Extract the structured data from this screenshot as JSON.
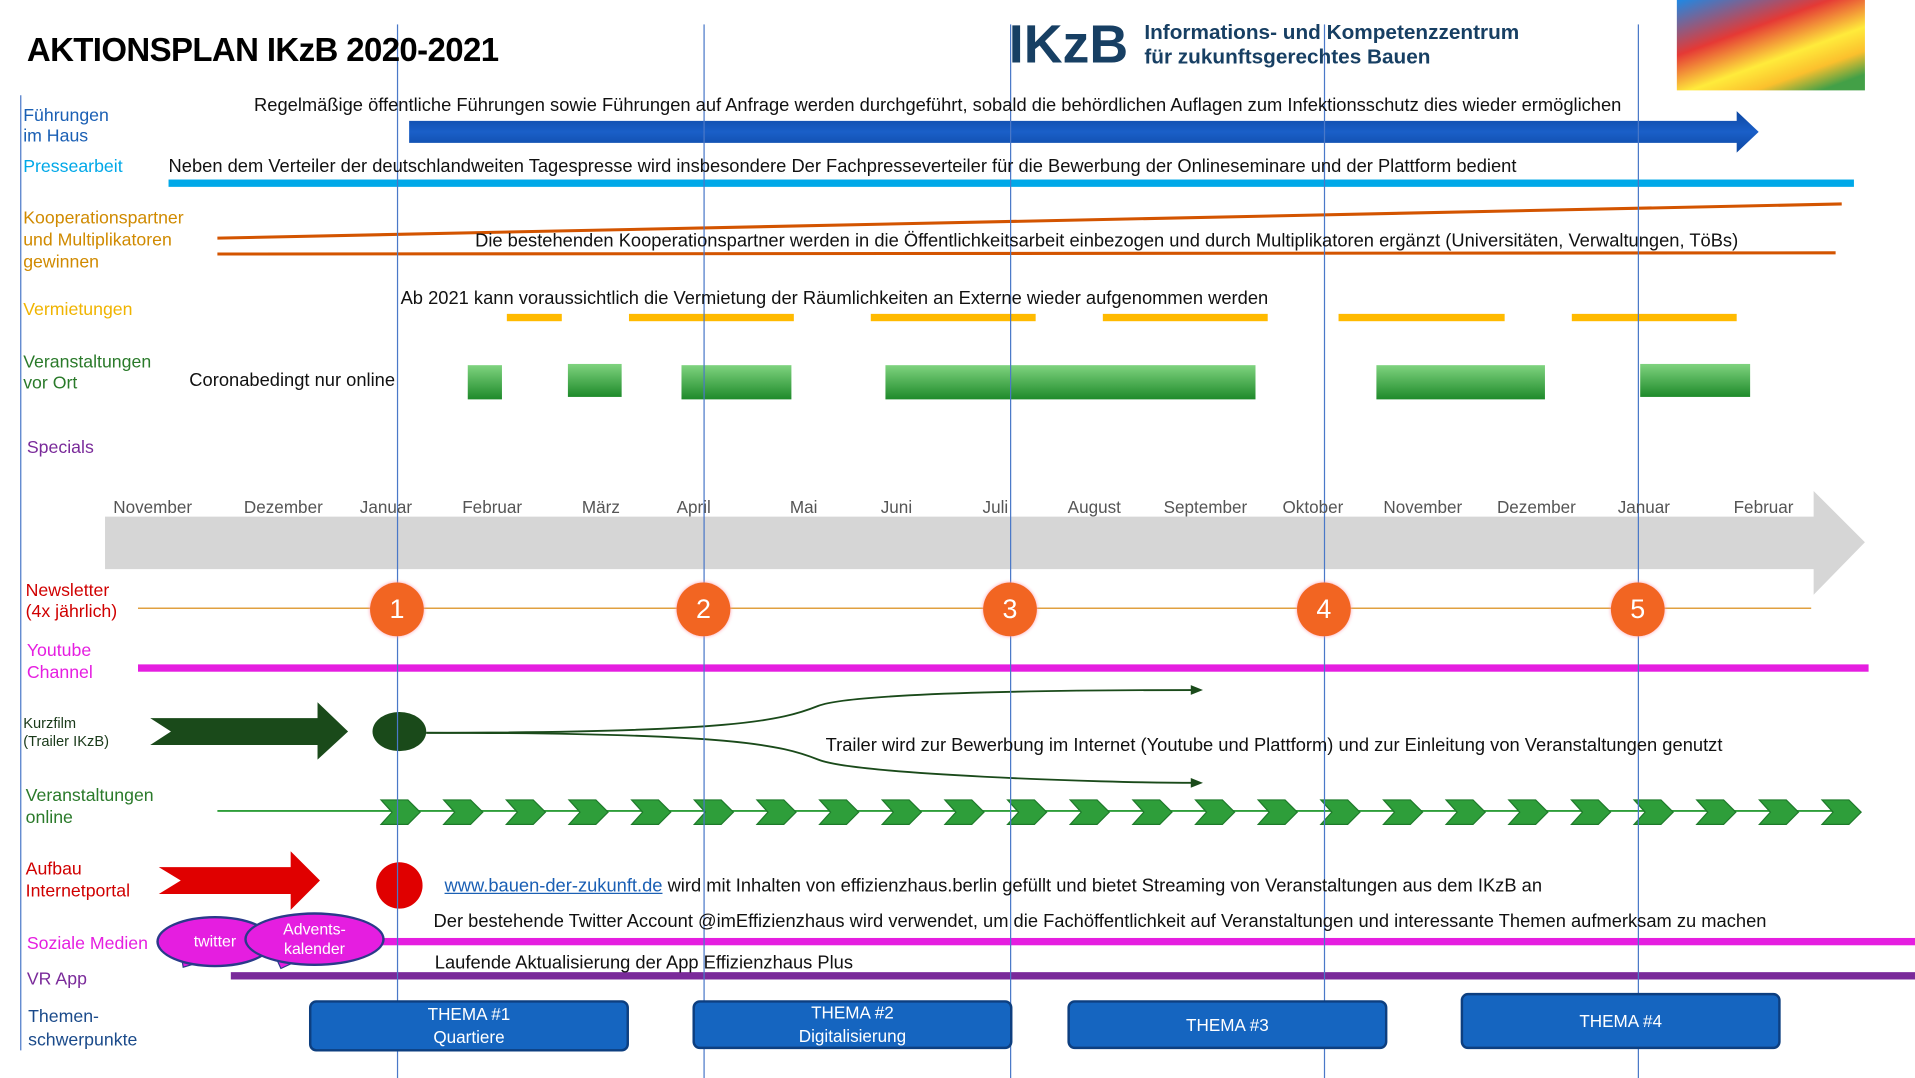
{
  "title": "AKTIONSPLAN IKzB 2020-2021",
  "logo": {
    "mark": "IKzB",
    "line1": "Informations- und Kompetenzzentrum",
    "line2": "für zukunftsgerechtes Bauen"
  },
  "rows": {
    "fuehrungen": {
      "label1": "Führungen",
      "label2": "im Haus",
      "text": "Regelmäßige öffentliche Führungen sowie Führungen auf Anfrage werden durchgeführt, sobald die behördlichen Auflagen  zum Infektionsschutz dies wieder ermöglichen"
    },
    "presse": {
      "label": "Pressearbeit",
      "text": "Neben dem Verteiler der deutschlandweiten Tagespresse wird insbesondere Der Fachpresseverteiler für die Bewerbung der Onlineseminare und der Plattform bedient"
    },
    "koop": {
      "label1": "Kooperationspartner",
      "label2": "und Multiplikatoren",
      "label3": "gewinnen",
      "text": "Die bestehenden Kooperationspartner werden in die Öffentlichkeitsarbeit einbezogen und durch Multiplikatoren ergänzt (Universitäten, Verwaltungen, TöBs)"
    },
    "vermietung": {
      "label": "Vermietungen",
      "text": "Ab 2021 kann voraussichtlich die Vermietung der Räumlichkeiten an Externe wieder aufgenommen werden"
    },
    "vor_ort": {
      "label1": "Veranstaltungen",
      "label2": "vor Ort",
      "text": "Coronabedingt nur online"
    },
    "specials": {
      "label": "Specials"
    },
    "newsletter": {
      "label1": "Newsletter",
      "label2": "(4x jährlich)",
      "markers": [
        "1",
        "2",
        "3",
        "4",
        "5"
      ]
    },
    "youtube": {
      "label1": "Youtube",
      "label2": "Channel"
    },
    "kurzfilm": {
      "label1": "Kurzfilm",
      "label2": "(Trailer IKzB)",
      "text": "Trailer wird zur Bewerbung im Internet (Youtube und Plattform) und zur Einleitung von Veranstaltungen genutzt"
    },
    "online": {
      "label1": "Veranstaltungen",
      "label2": "online",
      "count": 24
    },
    "portal": {
      "label1": "Aufbau",
      "label2": "Internetportal",
      "link": "www.bauen-der-zukunft.de",
      "text": " wird mit Inhalten von effizienzhaus.berlin gefüllt und bietet Streaming von Veranstaltungen aus dem IKzB an"
    },
    "social": {
      "label": "Soziale Medien",
      "text": "Der bestehende Twitter Account @imEffizienzhaus wird verwendet, um die Fachöffentlichkeit auf Veranstaltungen und interessante Themen aufmerksam zu machen",
      "bubble1": "twitter",
      "bubble2a": "Advents-",
      "bubble2b": "kalender"
    },
    "vr": {
      "label": "VR App",
      "text": "Laufende Aktualisierung der App Effizienzhaus Plus"
    },
    "themen": {
      "label1": "Themen-",
      "label2": "schwerpunkte",
      "items": [
        {
          "a": "THEMA #1",
          "b": "Quartiere"
        },
        {
          "a": "THEMA #2",
          "b": "Digitalisierung"
        },
        {
          "a": "THEMA #3",
          "b": ""
        },
        {
          "a": "THEMA #4",
          "b": ""
        }
      ]
    }
  },
  "months": [
    "November",
    "Dezember",
    "Januar",
    "Februar",
    "März",
    "April",
    "Mai",
    "Juni",
    "Juli",
    "August",
    "September",
    "Oktober",
    "November",
    "Dezember",
    "Januar",
    "Februar"
  ],
  "colors": {
    "blue": "#1a5fb4",
    "cyan": "#00a8e8",
    "orange": "#d35400",
    "yellow": "#ffba00",
    "green": "#2e9e3a",
    "magenta": "#e51ee0",
    "purple": "#7a2a9a",
    "red": "#e00000",
    "newsletter": "#f26522"
  }
}
